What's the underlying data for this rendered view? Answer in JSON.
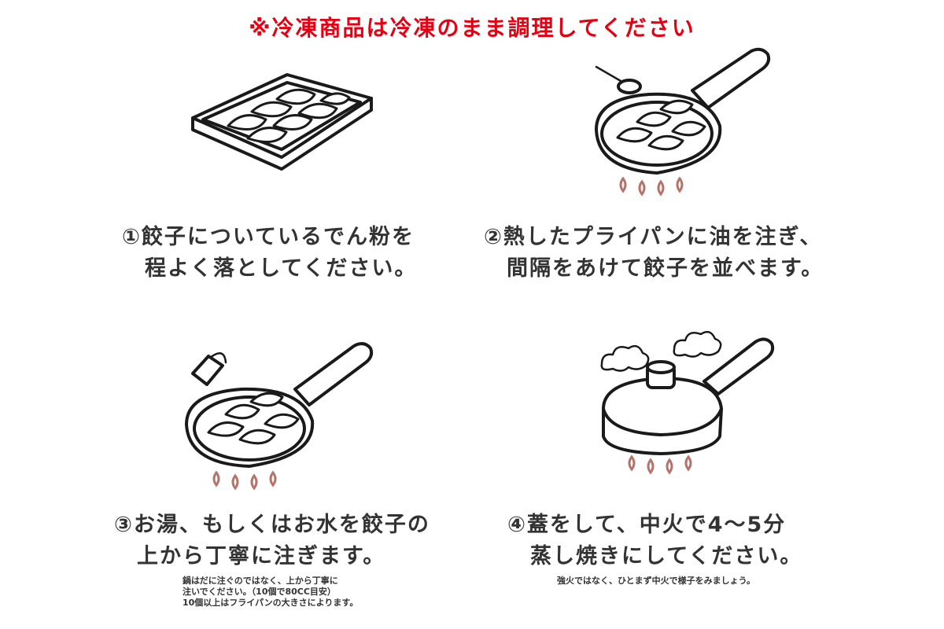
{
  "header": {
    "warning": "※冷凍商品は冷凍のまま調理してください",
    "warning_color": "#e60012"
  },
  "steps": [
    {
      "line1": "①餃子についているでん粉を",
      "line2": "　程よく落としてください。"
    },
    {
      "line1": "②熱したプライパンに油を注ぎ、",
      "line2": "　間隔をあけて餃子を並べます。"
    },
    {
      "line1": "③お湯、もしくはお水を餃子の",
      "line2": "　上から丁寧に注ぎます。",
      "notes": [
        "鍋はだに注ぐのではなく、上から丁寧に",
        "注いでください。（10個で80CC目安）",
        "10個以上はフライパンの大きさによります。"
      ]
    },
    {
      "line1": "④蓋をして、中火で4～5分",
      "line2": "　蒸し焼きにしてください。",
      "notes": [
        "強火ではなく、ひとまず中火で様子をみましょう。"
      ]
    }
  ],
  "colors": {
    "text": "#333333",
    "line": "#1a1a1a",
    "flame": "#b5736a"
  }
}
